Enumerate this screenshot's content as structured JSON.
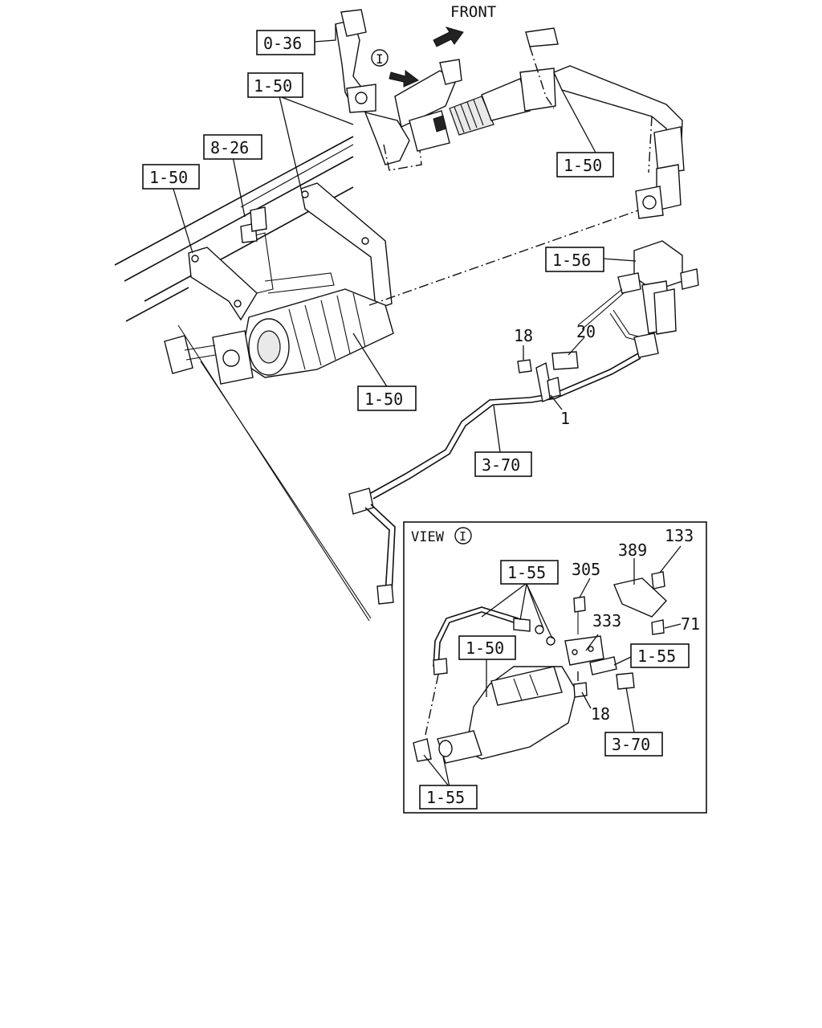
{
  "labels": {
    "front": "FRONT",
    "view_title": "VIEW",
    "view_marker": "I",
    "view_marker_main": "I",
    "ref_0_36": "0-36",
    "ref_1_50_a": "1-50",
    "ref_1_50_b": "1-50",
    "ref_1_50_c": "1-50",
    "ref_1_50_d": "1-50",
    "ref_8_26": "8-26",
    "ref_1_56": "1-56",
    "ref_3_70": "3-70",
    "num_18": "18",
    "num_20": "20",
    "num_1": "1",
    "inset_1_55_top": "1-55",
    "inset_1_55_right": "1-55",
    "inset_1_55_bottom": "1-55",
    "inset_1_50": "1-50",
    "inset_3_70": "3-70",
    "inset_305": "305",
    "inset_389": "389",
    "inset_133": "133",
    "inset_333": "333",
    "inset_71": "71",
    "inset_18": "18"
  },
  "icons": {
    "front_arrow": "arrow-right-icon",
    "view_arrow": "arrow-right-icon"
  },
  "colors": {
    "line": "#111111",
    "background": "#ffffff"
  }
}
